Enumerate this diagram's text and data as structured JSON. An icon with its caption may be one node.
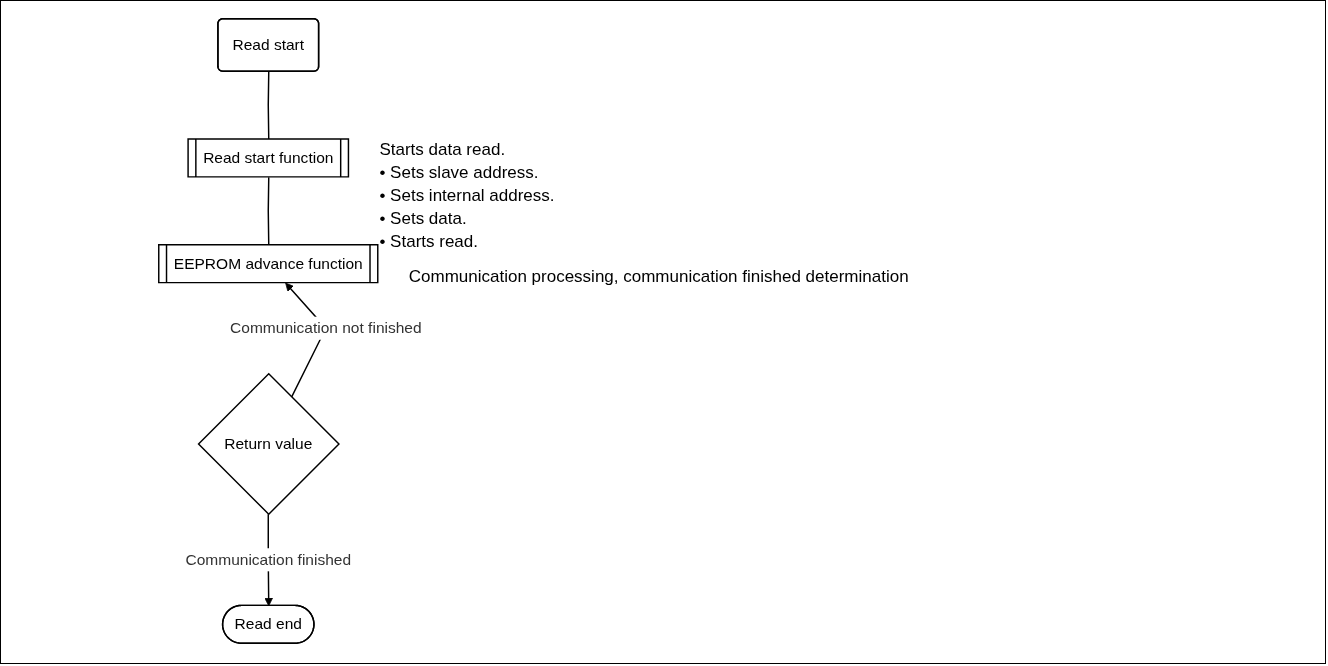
{
  "diagram": {
    "nodes": [
      {
        "text": [
          "Read start"
        ]
      },
      {
        "text": [
          "Read start function"
        ],
        "beside": [
          "Starts data read.",
          "• Sets slave address.",
          "• Sets internal address.",
          "• Sets data.",
          "• Starts read."
        ]
      },
      {
        "text": [
          "EEPROM advance function"
        ],
        "beside": [
          "Communication processing, communication finished determination"
        ]
      },
      {
        "text": [
          "Return value"
        ]
      },
      {
        "text": [
          "Read end"
        ]
      }
    ],
    "edges": [
      {
        "from": 0,
        "to": 1,
        "arrow": "none"
      },
      {
        "from": 1,
        "to": 2,
        "arrow": "none"
      },
      {
        "from": 3,
        "to": 2,
        "arrow": "to",
        "label": "Communication not finished"
      },
      {
        "from": 3,
        "to": 4,
        "arrow": "to",
        "label": "Communication finished"
      }
    ]
  }
}
